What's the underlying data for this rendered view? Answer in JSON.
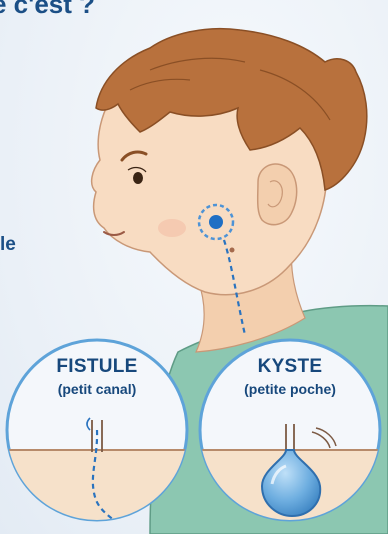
{
  "heading": "e c'est ?",
  "side_text": "le",
  "fistule": {
    "title": "FISTULE",
    "subtitle": "(petit canal)"
  },
  "kyste": {
    "title": "KYSTE",
    "subtitle": "(petite poche)"
  },
  "colors": {
    "accent": "#1b4f86",
    "marker": "#1f6fc4",
    "skin": "#f7d9bd",
    "hair": "#b86f3a",
    "shirt": "#7fbfa8",
    "cyst": "#5ea3d9"
  }
}
